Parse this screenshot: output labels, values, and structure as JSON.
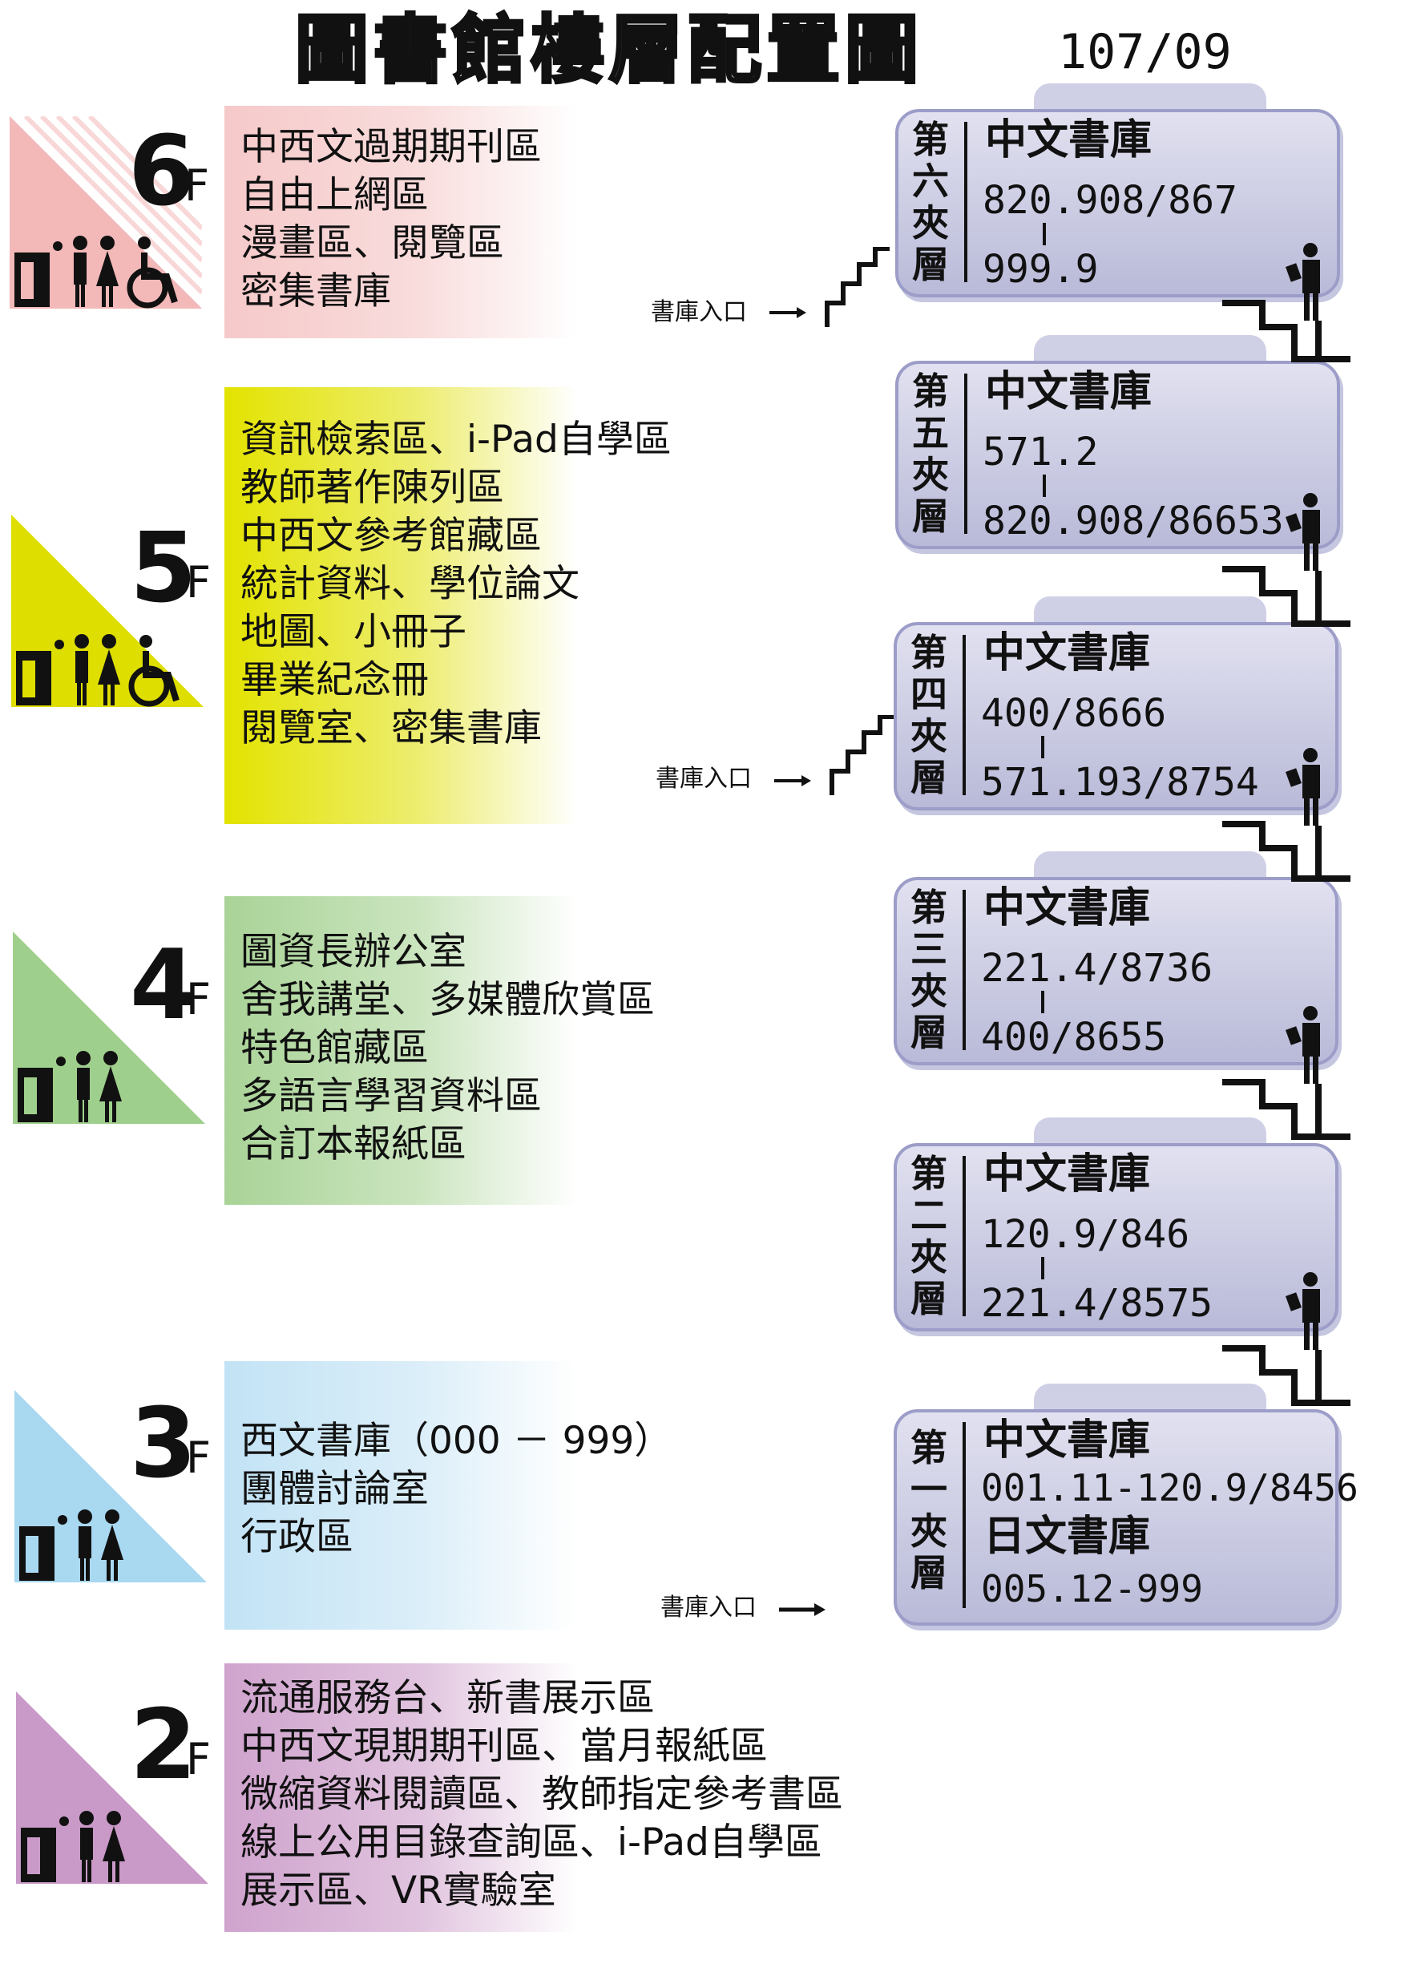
{
  "title": "圖書館樓層配置圖",
  "date": "107/09",
  "entry_label": "書庫入口",
  "floors": [
    {
      "num": "6",
      "suffix": "F",
      "color": "#f3b8b8",
      "band_color": "#f6c9c9",
      "lines": [
        "中西文過期期刊區",
        "自由上網區",
        "漫畫區、閱覽區",
        "密集書庫"
      ]
    },
    {
      "num": "5",
      "suffix": "F",
      "color": "#dede00",
      "band_color": "#e3e300",
      "lines": [
        "資訊檢索區、i-Pad自學區",
        "教師著作陳列區",
        "中西文參考館藏區",
        "統計資料、學位論文",
        "地圖、小冊子",
        "畢業紀念冊",
        "閱覽室、密集書庫"
      ]
    },
    {
      "num": "4",
      "suffix": "F",
      "color": "#9fcf8c",
      "band_color": "#a9d397",
      "lines": [
        "圖資長辦公室",
        "舍我講堂、多媒體欣賞區",
        "特色館藏區",
        "多語言學習資料區",
        "合訂本報紙區"
      ]
    },
    {
      "num": "3",
      "suffix": "F",
      "color": "#a9d8f1",
      "band_color": "#c2e3f5",
      "lines": [
        "西文書庫（000 － 999）",
        "團體討論室",
        "行政區"
      ]
    },
    {
      "num": "2",
      "suffix": "F",
      "color": "#c99ac8",
      "band_color": "#cfa3cd",
      "lines": [
        "流通服務台、新書展示區",
        "中西文現期期刊區、當月報紙區",
        "微縮資料閱讀區、教師指定參考書區",
        "線上公用目錄查詢區、i-Pad自學區",
        "展示區、VR實驗室"
      ]
    }
  ],
  "mezzanines": [
    {
      "label": "第\n六\n夾\n層",
      "title": "中文書庫",
      "from": "820.908/867",
      "to": "999.9"
    },
    {
      "label": "第\n五\n夾\n層",
      "title": "中文書庫",
      "from": "571.2",
      "to": "820.908/86653"
    },
    {
      "label": "第\n四\n夾\n層",
      "title": "中文書庫",
      "from": "400/8666",
      "to": "571.193/8754"
    },
    {
      "label": "第\n三\n夾\n層",
      "title": "中文書庫",
      "from": "221.4/8736",
      "to": "400/8655"
    },
    {
      "label": "第\n二\n夾\n層",
      "title": "中文書庫",
      "from": "120.9/846",
      "to": "221.4/8575"
    },
    {
      "label": "第\n一\n夾\n層",
      "title": "中文書庫",
      "from": "001.11-120.9/8456",
      "title2": "日文書庫",
      "to": "005.12-999"
    }
  ]
}
